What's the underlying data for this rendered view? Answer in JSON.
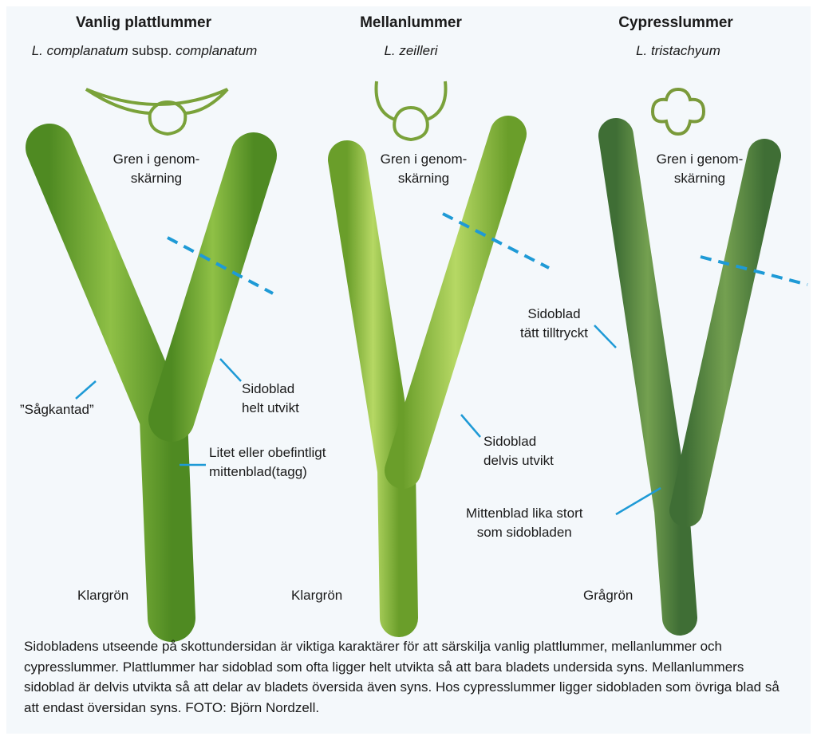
{
  "species": [
    {
      "name": "Vanlig plattlummer",
      "scientific_parts": [
        "L. ",
        "complanatum",
        " subsp. ",
        "complanatum"
      ],
      "section_label": [
        "Gren i genom-",
        "skärning"
      ],
      "color_label": "Klargrön"
    },
    {
      "name": "Mellanlummer",
      "scientific": "L. zeilleri",
      "section_label": [
        "Gren i genom-",
        "skärning"
      ],
      "color_label": "Klargrön"
    },
    {
      "name": "Cypresslummer",
      "scientific": "L. tristachyum",
      "section_label": [
        "Gren i genom-",
        "skärning"
      ],
      "color_label": "Grågrön"
    }
  ],
  "annotations": {
    "sagkantad": "”Sågkantad”",
    "helt_utvikt": [
      "Sidoblad",
      "helt utvikt"
    ],
    "litet": [
      "Litet eller obefintligt",
      "mittenblad(tagg)"
    ],
    "delvis_utvikt": [
      "Sidoblad",
      "delvis utvikt"
    ],
    "tatt": [
      "Sidoblad",
      "tätt tilltryckt"
    ],
    "mittenblad": [
      "Mittenblad lika stort",
      "som sidobladen"
    ]
  },
  "caption": "Sidobladens utseende på skottundersidan är viktiga karaktärer för att särskilja vanlig plattlummer, mel­lanlummer och cypresslummer. Plattlummer har sidoblad som ofta ligger helt utvikta så att bara bladets undersida syns. Mellanlummers sidoblad är delvis utvikta så att delar av bladets översida även syns. Hos cypresslummer ligger sidobladen som övriga blad så att endast översidan syns. FOTO: Björn Nordzell.",
  "colors": {
    "accent": "#1e9ad6",
    "green": "#6fa532",
    "dark_green": "#4e7f2a",
    "gray_green": "#4f7d3e"
  }
}
